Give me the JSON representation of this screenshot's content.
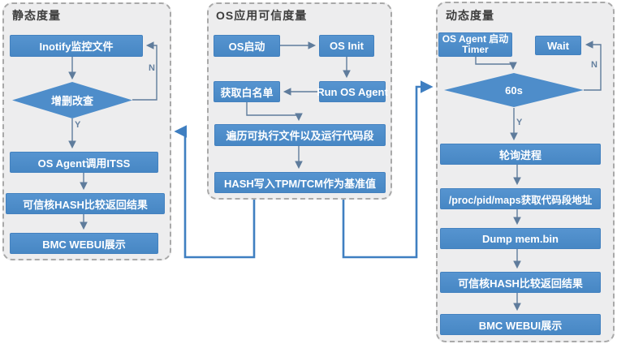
{
  "diagram": {
    "static": {
      "title": "静态度量",
      "nodes": {
        "inotify": "Inotify监控文件",
        "crud": "增删改查",
        "os_agent_itss": "OS Agent调用ITSS",
        "hash_compare": "可信核HASH比较返回结果",
        "bmc_webui": "BMC WEBUI展示"
      },
      "labels": {
        "n": "N",
        "y": "Y"
      }
    },
    "os_app": {
      "title": "OS应用可信度量",
      "nodes": {
        "os_boot": "OS启动",
        "os_init": "OS Init",
        "get_whitelist": "获取白名单",
        "run_os_agent": "Run OS Agent",
        "traverse": "遍历可执行文件以及运行代码段",
        "hash_baseline": "HASH写入TPM/TCM作为基准值"
      }
    },
    "dynamic": {
      "title": "动态度量",
      "nodes": {
        "timer_line1": "OS Agent 启动",
        "timer_line2": "Timer",
        "wait": "Wait",
        "interval": "60s",
        "poll": "轮询进程",
        "proc_maps": "/proc/pid/maps获取代码段地址",
        "dump": "Dump mem.bin",
        "hash_compare": "可信核HASH比较返回结果",
        "bmc_webui": "BMC WEBUI展示"
      },
      "labels": {
        "n": "N",
        "y": "Y"
      }
    },
    "colors": {
      "node_fill": "#4e8dca",
      "node_text": "#ffffff",
      "panel_bg": "#ededee",
      "panel_border": "#a9a9a9",
      "flow_arrow": "#5f7c9c",
      "connector": "#3f7fc1",
      "title_text": "#3d3d3d"
    }
  }
}
